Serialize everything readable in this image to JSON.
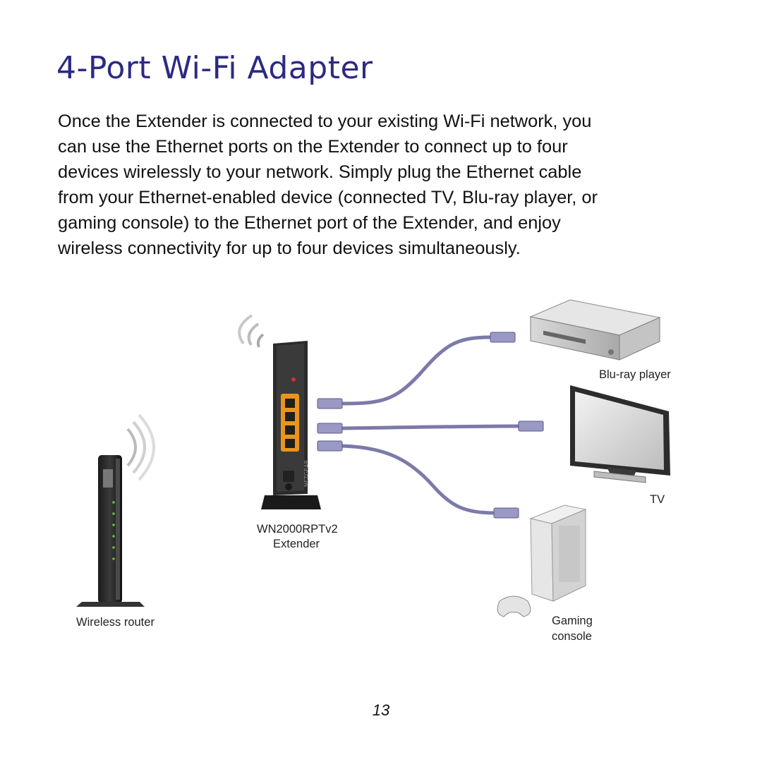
{
  "page": {
    "title": "4-Port Wi-Fi Adapter",
    "intro_lines": [
      "Once the Extender is connected to your existing Wi-Fi network, you",
      "can use the Ethernet ports on the Extender to connect up to four",
      "devices wirelessly to your network. Simply plug the Ethernet cable",
      "from your Ethernet-enabled device (connected TV, Blu-ray player, or",
      "gaming console) to the Ethernet port of the Extender, and enjoy",
      "wireless connectivity for up to four devices simultaneously."
    ],
    "page_number": "13"
  },
  "diagram": {
    "router_label": "Wireless router",
    "extender_model": "WN2000RPTv2",
    "extender_label": "Extender",
    "bluray_label": "Blu-ray player",
    "tv_label": "TV",
    "console_label_line1": "Gaming",
    "console_label_line2": "console",
    "brand_text": "NETGEAR"
  },
  "colors": {
    "title": "#2d2a83",
    "cable": "#7c7aa9",
    "port_orange": "#e8951c"
  }
}
